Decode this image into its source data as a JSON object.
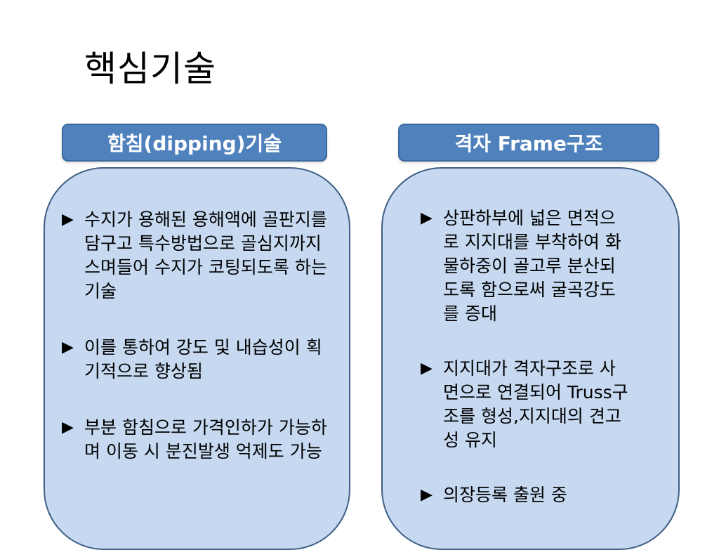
{
  "title": "핵심기술",
  "left": {
    "header": "함침(dipping)기술",
    "bullets": [
      "수지가 용해된 용해액에 골판지를 담구고 특수방법으로 골심지까지 스며들어 수지가 코팅되도록 하는 기술",
      "이를 통하여 강도 및 내습성이 획기적으로 향상됨",
      "부분 함침으로 가격인하가 가능하며 이동 시 분진발생 억제도 가능"
    ]
  },
  "right": {
    "header": "격자 Frame구조",
    "bullets": [
      "상판하부에 넓은 면적으로 지지대를 부착하여 화물하중이 골고루 분산되도록 함으로써 굴곡강도를 증대",
      "지지대가 격자구조로 사면으로 연결되어 Truss구조를 형성,지지대의 견고성 유지",
      "의장등록 출원 중"
    ]
  },
  "bullet_marker": "▶",
  "colors": {
    "header_fill": "#4f81bd",
    "panel_fill": "#c6d9f1",
    "panel_border": "#3f5f86"
  }
}
